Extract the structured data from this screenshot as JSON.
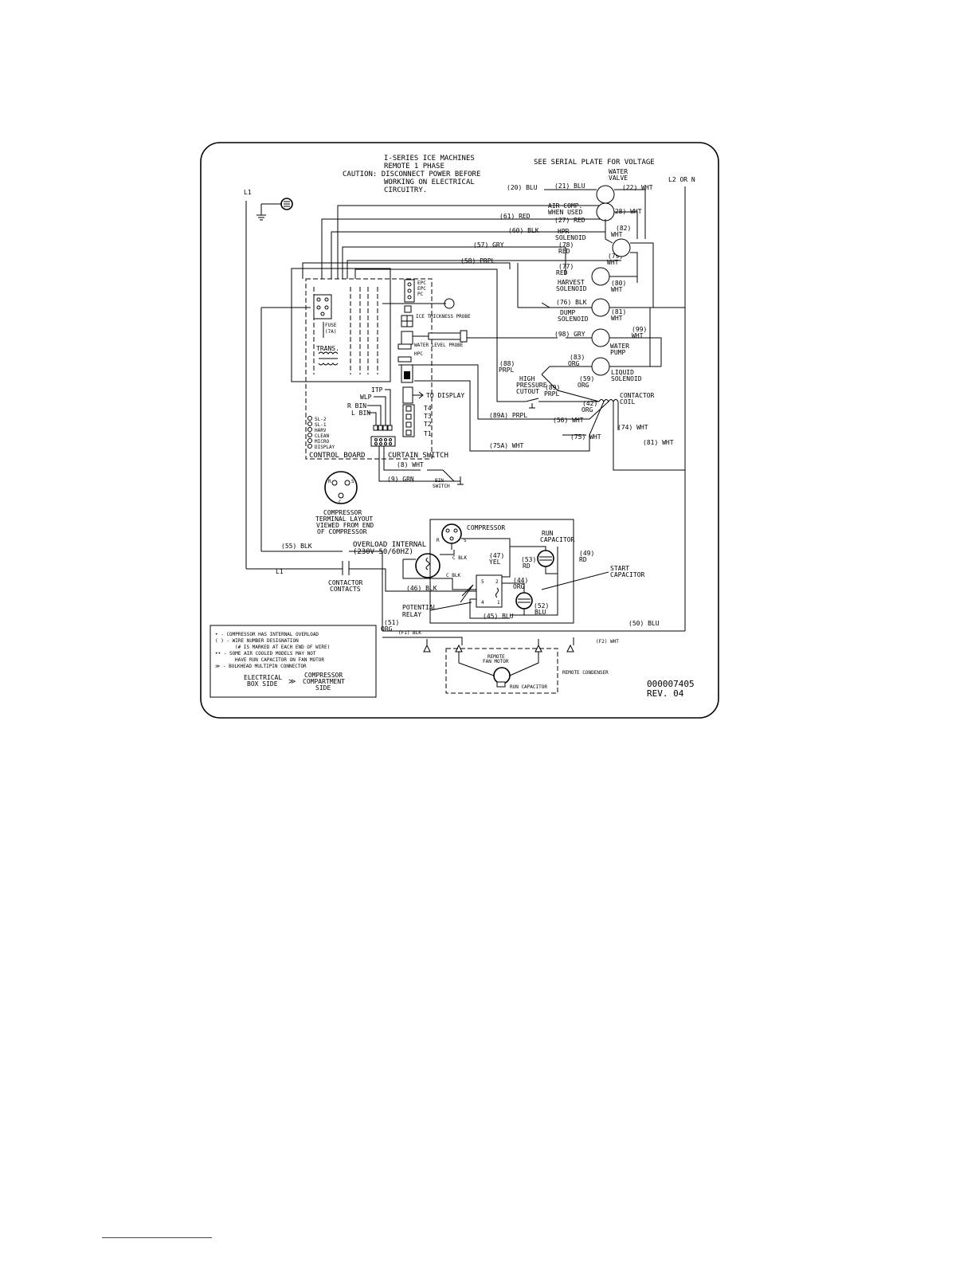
{
  "colors": {
    "ink": "#000000",
    "link_rule": "#2a3fd0"
  },
  "header": {
    "title_lines": [
      "I-SERIES ICE MACHINES",
      "REMOTE 1 PHASE",
      "CAUTION: DISCONNECT POWER BEFORE",
      "WORKING ON ELECTRICAL",
      "CIRCUITRY."
    ],
    "serial_note": "SEE SERIAL PLATE FOR VOLTAGE",
    "l1": "L1",
    "l2": "L2 OR N"
  },
  "components": {
    "water_valve": [
      "WATER",
      "VALVE"
    ],
    "air_comp": [
      "AIR COMP.",
      "WHEN USED"
    ],
    "hpr_solenoid": [
      "HPR",
      "SOLENOID"
    ],
    "harvest_solenoid": [
      "HARVEST",
      "SOLENOID"
    ],
    "dump_solenoid": [
      "DUMP",
      "SOLENOID"
    ],
    "water_pump": [
      "WATER",
      "PUMP"
    ],
    "liquid_solenoid": [
      "LIQUID",
      "SOLENOID"
    ],
    "contactor_coil": [
      "CONTACTOR",
      "COIL"
    ],
    "high_pressure_cutout": [
      "HIGH",
      "PRESSURE",
      "CUTOUT"
    ],
    "ice_thickness_probe": "ICE THICKNESS PROBE",
    "water_level_probe": "WATER LEVEL PROBE",
    "hpc": "HPC",
    "fuse": [
      "FUSE",
      "(7A)"
    ],
    "trans": "TRANS.",
    "to_display": "TO DISPLAY",
    "board_inputs": [
      "ITP",
      "WLP",
      "R BIN",
      "L BIN"
    ],
    "t_terminals": [
      "T4",
      "T3",
      "T2",
      "T1"
    ],
    "board_leds": [
      "SL-2",
      "SL-1",
      "HARV",
      "CLEAN",
      "MICRO",
      "DISPLAY"
    ],
    "control_board": "CONTROL BOARD",
    "curtain_switch": "CURTAIN SWITCH",
    "bin_switch": [
      "BIN",
      "SWITCH"
    ],
    "compressor_terminals": [
      "C",
      "R",
      "S"
    ],
    "compressor_layout": [
      "COMPRESSOR",
      "TERMINAL LAYOUT",
      "VIEWED FROM END",
      "OF COMPRESSOR"
    ],
    "compressor": "COMPRESSOR",
    "run_capacitor": [
      "RUN",
      "CAPACITOR"
    ],
    "start_capacitor": [
      "START",
      "CAPACITOR"
    ],
    "overload": [
      "OVERLOAD INTERNAL",
      "(230V 50/60HZ)"
    ],
    "contactor_contacts": [
      "CONTACTOR",
      "CONTACTS"
    ],
    "potential_relay": [
      "POTENTIAL",
      "RELAY"
    ],
    "relay_terminals": [
      "5",
      "2",
      "4",
      "1"
    ],
    "remote_fan_motor": [
      "REMOTE",
      "FAN MOTOR"
    ],
    "fan_run_capacitor": "RUN CAPACITOR",
    "remote_condenser": "REMOTE CONDENSER",
    "c_blk_1": "C BLK",
    "c_blk_2": "C BLK",
    "pc_labels": [
      "EPC",
      "EPC",
      "PC"
    ]
  },
  "wires": {
    "w20": "(20) BLU",
    "w21": "(21) BLU",
    "w22": "(22) WHT",
    "w27": "(27) RED",
    "w28": "(28) WHT",
    "w61": "(61) RED",
    "w60": "(60) BLK",
    "w82": [
      "(82)",
      "WHT"
    ],
    "w78": [
      "(78)",
      "RED"
    ],
    "w79": [
      "(79)",
      "WHT"
    ],
    "w57": "(57) GRY",
    "w58": "(58) PRPL",
    "w77": [
      "(77)",
      "RED"
    ],
    "w80": [
      "(80)",
      "WHT"
    ],
    "w76": "(76) BLK",
    "w81a": [
      "(81)",
      "WHT"
    ],
    "w98": "(98) GRY",
    "w99": [
      "(99)",
      "WHT"
    ],
    "w83": [
      "(83)",
      "ORG"
    ],
    "w88": [
      "(88)",
      "PRPL"
    ],
    "w59": [
      "(59)",
      "ORG"
    ],
    "w89": [
      "(89)",
      "PRPL"
    ],
    "w42": [
      "(42)",
      "ORG"
    ],
    "w89a": "(89A) PRPL",
    "w56": "(56) WHT",
    "w74": "(74) WHT",
    "w75": "(75) WHT",
    "w75a": "(75A) WHT",
    "w81b": "(81) WHT",
    "w8": "(8) WHT",
    "w9": "(9) GRN",
    "w55": "(55) BLK",
    "w47": [
      "(47)",
      "YEL"
    ],
    "w53": [
      "(53)",
      "RD"
    ],
    "w49": [
      "(49)",
      "RD"
    ],
    "w44": [
      "(44)",
      "ORG"
    ],
    "w46": "(46) BLK",
    "w52": [
      "(52)",
      "BLU"
    ],
    "w45": "(45) BLU",
    "w51": [
      "(51)",
      "ORG"
    ],
    "wf1": "(F1) BLK",
    "wf2": "(F2) WHT",
    "w50": "(50) BLU",
    "l1_bottom": "L1"
  },
  "legend": {
    "items": [
      "• - COMPRESSOR HAS INTERNAL OVERLOAD",
      "( ) - WIRE NUMBER DESIGNATION",
      "(# IS MARKED AT EACH END OF WIRE)",
      "•• - SOME AIR COOLED MODELS MAY NOT",
      "HAVE RUN CAPACITOR ON FAN MOTOR",
      "≫ - BULKHEAD MULTIPIN CONNECTOR"
    ],
    "side_left": [
      "ELECTRICAL",
      "BOX SIDE"
    ],
    "side_arrow": "≫",
    "side_right": [
      "COMPRESSOR",
      "COMPARTMENT",
      "SIDE"
    ]
  },
  "drawing_number": "000007405",
  "revision": "REV. 04"
}
